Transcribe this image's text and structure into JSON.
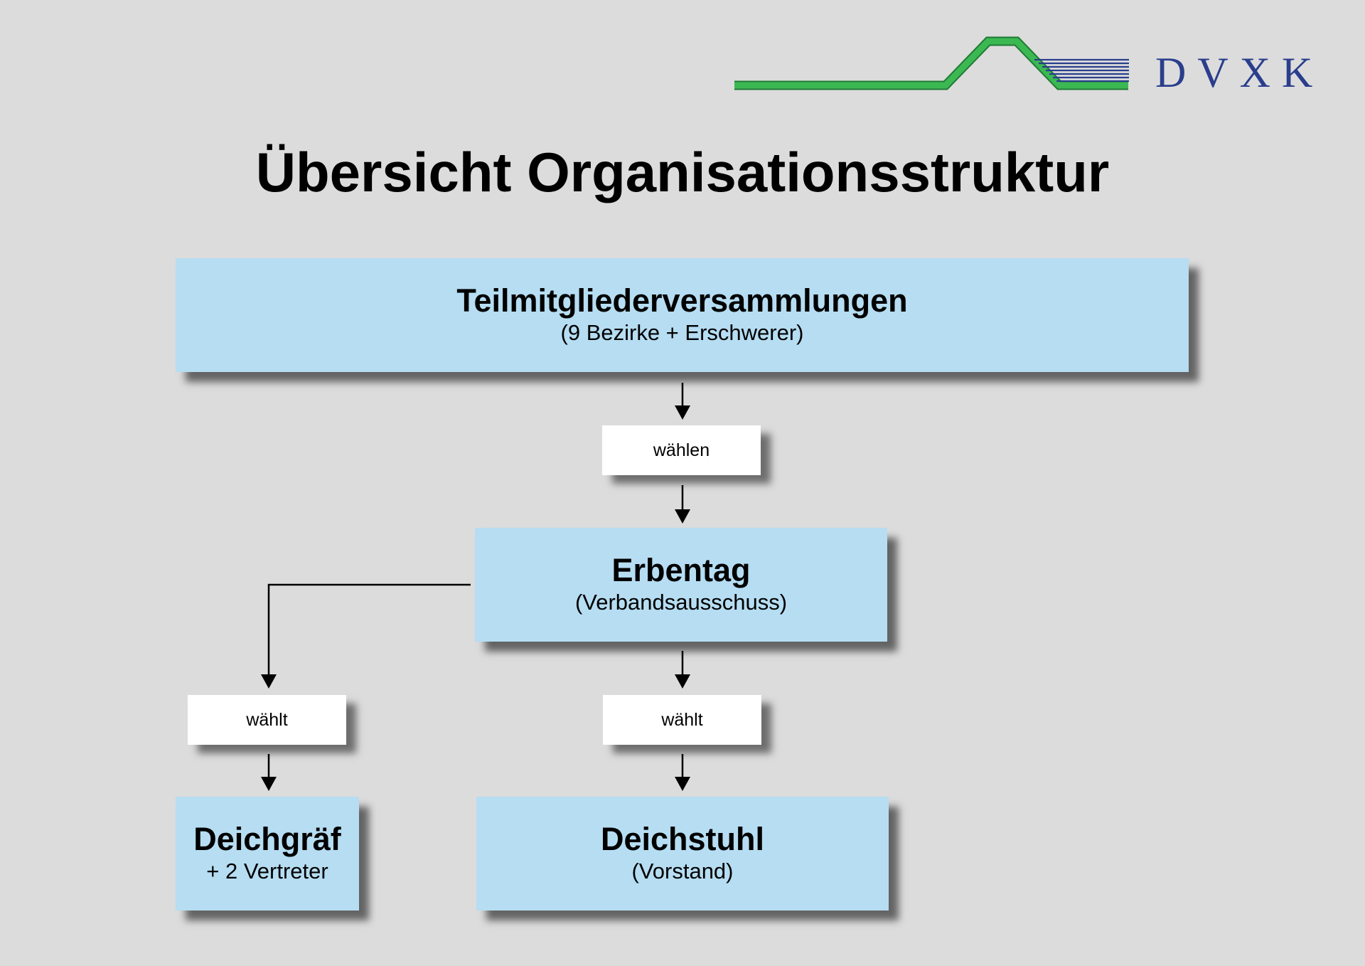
{
  "logo": {
    "text": "DVXK",
    "colors": {
      "green": "#2fa84a",
      "blue": "#2a3e8c"
    }
  },
  "title": "Übersicht Organisationsstruktur",
  "boxes": {
    "teilmitglieder": {
      "title": "Teilmitgliederversammlungen",
      "subtitle": "(9 Bezirke + Erschwerer)"
    },
    "erbentag": {
      "title": "Erbentag",
      "subtitle": "(Verbandsausschuss)"
    },
    "deichgraef": {
      "title": "Deichgräf",
      "subtitle": "+ 2 Vertreter"
    },
    "deichstuhl": {
      "title": "Deichstuhl",
      "subtitle": "(Vorstand)"
    }
  },
  "labels": {
    "waehlen": "wählen",
    "waehlt_left": "wählt",
    "waehlt_right": "wählt"
  },
  "colors": {
    "background": "#dcdcdc",
    "box_fill": "#b6ddf2",
    "label_fill": "#ffffff"
  }
}
